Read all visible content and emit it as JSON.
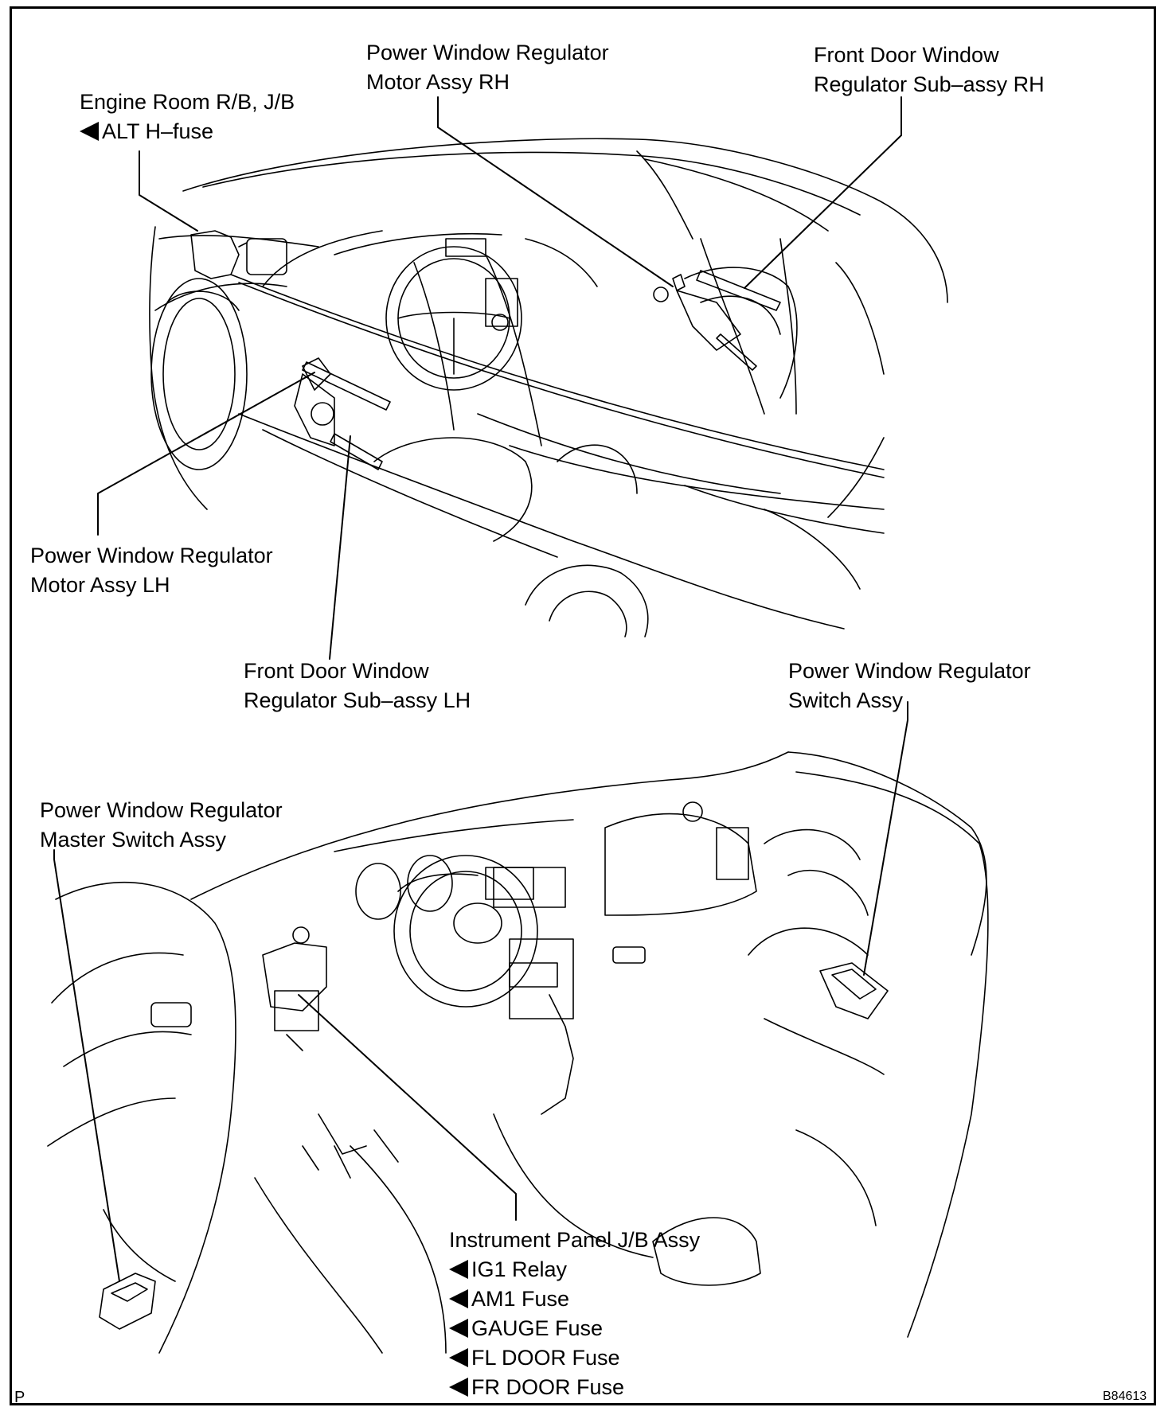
{
  "labels": {
    "engine_room": {
      "line1": "Engine Room R/B, J/B",
      "line2": "ALT H–fuse"
    },
    "pw_motor_rh": {
      "line1": "Power Window Regulator",
      "line2": "Motor Assy RH"
    },
    "fd_regulator_rh": {
      "line1": "Front Door Window",
      "line2": "Regulator Sub–assy RH"
    },
    "pw_motor_lh": {
      "line1": "Power Window Regulator",
      "line2": "Motor Assy LH"
    },
    "fd_regulator_lh": {
      "line1": "Front Door Window",
      "line2": "Regulator Sub–assy LH"
    },
    "pw_switch": {
      "line1": "Power Window Regulator",
      "line2": "Switch Assy"
    },
    "pw_master_switch": {
      "line1": "Power Window Regulator",
      "line2": "Master Switch Assy"
    },
    "instrument_panel": {
      "title": "Instrument Panel J/B Assy",
      "items": [
        "IG1 Relay",
        "AM1 Fuse",
        "GAUGE Fuse",
        "FL DOOR Fuse",
        "FR DOOR Fuse"
      ]
    }
  },
  "corner_left": "P",
  "figure_id": "B84613"
}
